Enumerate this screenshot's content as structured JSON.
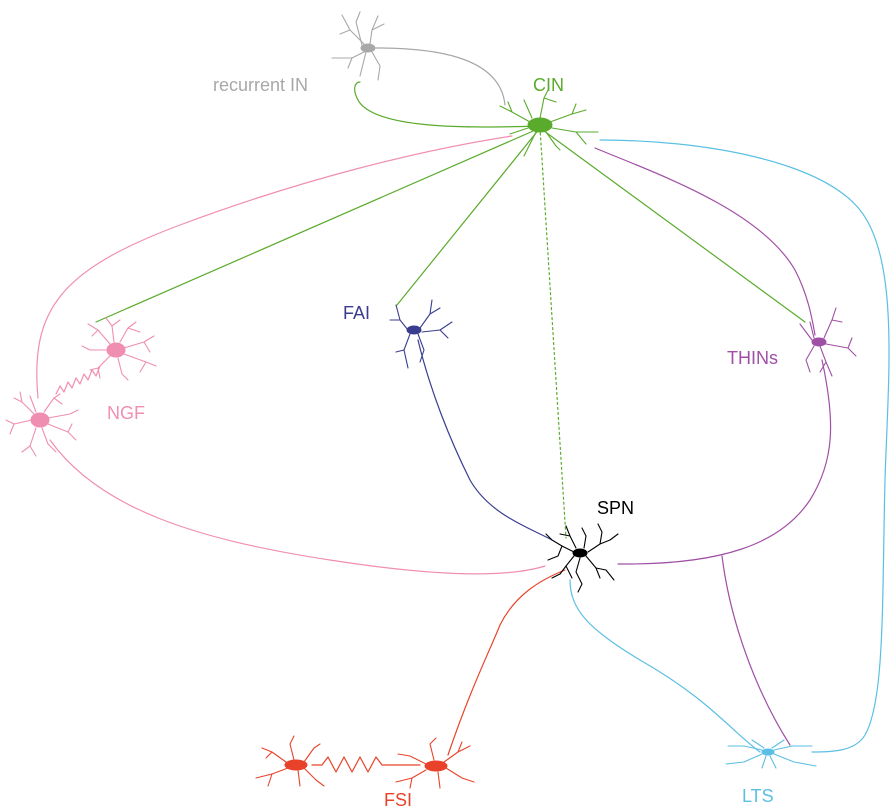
{
  "colors": {
    "recurrent_in": "#a8a8a8",
    "cin": "#5aab2c",
    "ngf": "#f08eb2",
    "fai": "#3a3d8f",
    "thins": "#a04fa6",
    "spn": "#000000",
    "fsi": "#e8432a",
    "lts": "#5bbfe3"
  },
  "labels": {
    "recurrent_in": "recurrent IN",
    "cin": "CIN",
    "fai": "FAI",
    "thins": "THINs",
    "ngf": "NGF",
    "spn": "SPN",
    "fsi": "FSI",
    "lts": "LTS"
  }
}
